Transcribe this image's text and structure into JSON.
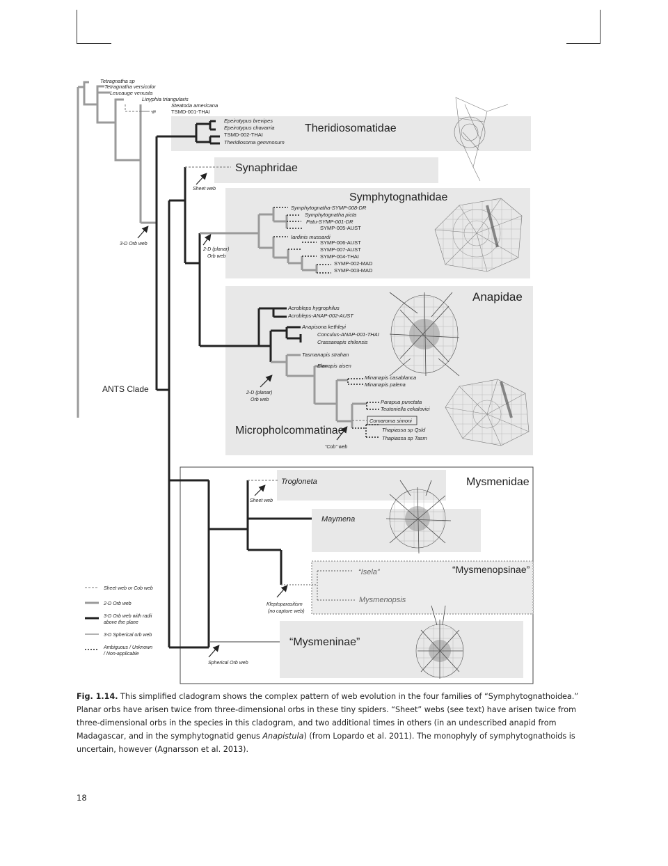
{
  "page_number": "18",
  "figure": {
    "families": {
      "theridiosomatidae": "Theridiosomatidae",
      "synaphridae": "Synaphridae",
      "symphytognathidae": "Symphytognathidae",
      "anapidae": "Anapidae",
      "micropholcommatinae": "Micropholcommatinae",
      "mysmenidae": "Mysmenidae",
      "mysmenopsinae": "“Mysmenopsinae”",
      "mysmeninae": "“Mysmeninae”"
    },
    "taxa": {
      "tetragnatha_sp": "Tetragnatha sp",
      "tetragnatha_versicolor": "Tetragnatha versicolor",
      "leucauge_venusta": "Leucauge venusta",
      "linyphia_triangularis": "Linyphia triangularis",
      "steatoda_americana": "Steatoda americana",
      "tsmd_001_thai": "TSMD-001-THAI",
      "epeirotypus_brevipes": "Epeirotypus brevipes",
      "epeirotypus_chavarria": "Epeirotypus chavarria",
      "tsmd_002_thai": "TSMD-002-THAI",
      "theridiosoma_gemmosum": "Theridiosoma gemmosum",
      "symphytognatha_symp_008_dr": "Symphytognatha-SYMP-008-DR",
      "symphytognatha_picta": "Symphytognatha picta",
      "patu_symp_001_dr": "Patu-SYMP-001-DR",
      "symp_005_aust": "SYMP-005-AUST",
      "iardinis_mussardi": "Iardinis mussardi",
      "symp_006_aust": "SYMP-006-AUST",
      "symp_007_aust": "SYMP-007-AUST",
      "symp_004_thai": "SYMP-004-THAI",
      "symp_002_mad": "SYMP-002-MAD",
      "symp_003_mad": "SYMP-003-MAD",
      "acrobleps_hygrophilus": "Acrobleps hygrophilus",
      "acrobleps_anap_002_aust": "Acrobleps-ANAP-002-AUST",
      "anapisona_kethleyi": "Anapisona kethleyi",
      "conculus_anap_001_thai": "Conculus-ANAP-001-THAI",
      "crassanapis_chilensis": "Crassanapis chilensis",
      "tasmanapis_strahan": "Tasmanapis strahan",
      "elanapis_aisen": "Elanapis aisen",
      "minanapis_casablanca": "Minanapis casablanca",
      "minanapis_palena": "Minanapis palena",
      "parapua_punctata": "Parapua punctata",
      "teutoniella_cekalovici": "Teutoniella cekalovici",
      "comaroma_simoni": "Comaroma simoni",
      "thapiassa_sp_qsld": "Thapiassa sp Qsld",
      "thapiassa_sp_tasm": "Thapiassa sp Tasm",
      "trogloneta": "Trogloneta",
      "maymena": "Maymena",
      "isela": "“Isela”",
      "mysmenopsis": "Mysmenopsis"
    },
    "annotations": {
      "sheet_web_1": "Sheet web",
      "orb_3d": "3-D Orb web",
      "orb_2d_planar_1_line1": "2-D (planar)",
      "orb_2d_planar_1_line2": "Orb web",
      "ants_clade": "ANTS Clade",
      "orb_2d_planar_2_line1": "2-D (planar)",
      "orb_2d_planar_2_line2": "Orb web",
      "cob_web": "“Cob” web",
      "sheet_web_2": "Sheet web",
      "klepto_line1": "Kleptoparasitism",
      "klepto_line2": "(no capture web)",
      "spherical_orb": "Spherical Orb web"
    },
    "legend": {
      "sheet_cob": "Sheet web or Cob web",
      "orb_2d": "2-D Orb web",
      "orb_3d_line1": "3-D Orb web with radii",
      "orb_3d_line2": "above the plane",
      "spherical_3d": "3-D Spherical orb web",
      "ambiguous_line1": "Ambiguous / Unknown",
      "ambiguous_line2": "/ Non-applicable"
    }
  },
  "caption": {
    "label": "Fig. 1.14.",
    "text_1": " This simplified cladogram shows the complex pattern of web evolution in the four families of “Symphytognathoidea.” Planar orbs have arisen twice from three-dimensional orbs in these tiny spiders. “Sheet” webs (see text) have arisen twice from three-dimensional orbs in the species in this cladogram, and two additional times in others (in an undescribed anapid from Madagascar, and in the symphytognatid genus ",
    "genus_italic": "Anapistula",
    "text_2": ") (from Lopardo et al. 2011). The monophyly of symphytognathoids is uncertain, however (Agnarsson et al. 2013)."
  }
}
